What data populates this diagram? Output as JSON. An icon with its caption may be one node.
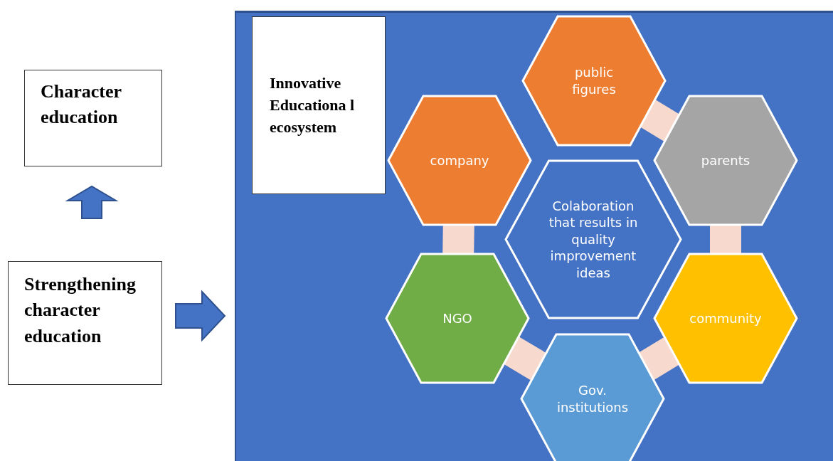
{
  "diagram": {
    "nodes": [
      {
        "text": [
          "Character education"
        ]
      },
      {
        "text": [
          "Strengthening character education"
        ]
      },
      {
        "text": [],
        "shape": "box"
      },
      {
        "text": [
          "Innovative Educationa l ecosystem"
        ],
        "in": 2
      },
      {
        "text": [
          "public figures"
        ],
        "in": 2
      },
      {
        "text": [
          "company"
        ],
        "in": 2
      },
      {
        "text": [
          "parents"
        ],
        "in": 2
      },
      {
        "text": [
          "Colaboration that results in quality improvement ideas"
        ],
        "in": 2
      },
      {
        "text": [
          "NGO"
        ],
        "in": 2
      },
      {
        "text": [
          "community"
        ],
        "in": 2
      },
      {
        "text": [
          "Gov. institutions"
        ],
        "in": 2
      }
    ],
    "edges": [
      {
        "from": 1,
        "to": 0,
        "arrow": "to",
        "style": "thick",
        "color": "#4472c4"
      },
      {
        "from": 1,
        "to": 2,
        "arrow": "to",
        "style": "thick",
        "color": "#4472c4"
      },
      {
        "from": 4,
        "to": 6,
        "arrow": "none"
      },
      {
        "from": 6,
        "to": 9,
        "arrow": "none"
      },
      {
        "from": 9,
        "to": 10,
        "arrow": "none"
      },
      {
        "from": 10,
        "to": 8,
        "arrow": "none"
      },
      {
        "from": 8,
        "to": 5,
        "arrow": "none"
      }
    ]
  }
}
